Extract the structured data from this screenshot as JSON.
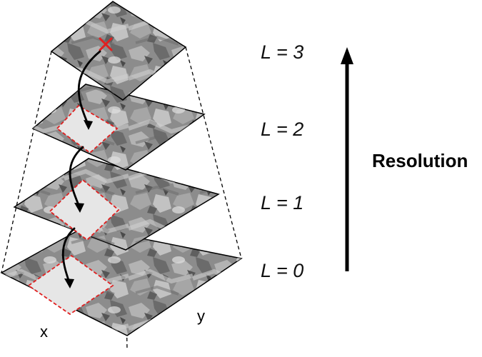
{
  "levels": [
    {
      "label": "L = 3"
    },
    {
      "label": "L = 2"
    },
    {
      "label": "L = 1"
    },
    {
      "label": "L = 0"
    }
  ],
  "resolution_label": "Resolution",
  "axes": {
    "x": "x",
    "y": "y"
  },
  "colors": {
    "tile_base": "#8c8c8c",
    "tile_dark": "#5a5a5a",
    "tile_light": "#b9b9b9",
    "highlight_fill": "#e6e6e6",
    "highlight_border": "#e02020",
    "marker": "#e02020",
    "arrow": "#000000"
  },
  "icons": {
    "marker": "red-x-marker",
    "flow": "curved-arrow",
    "direction": "up-arrow"
  }
}
